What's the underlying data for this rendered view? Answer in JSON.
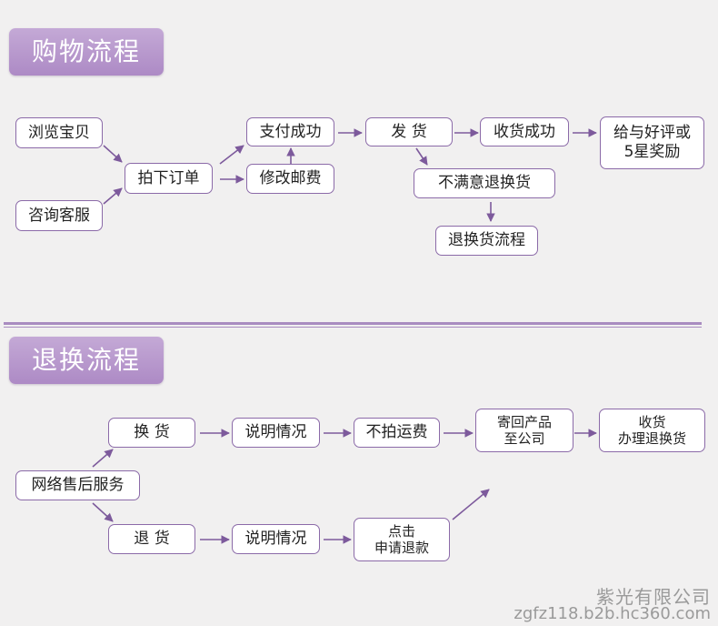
{
  "sections": {
    "shopping_title": "购物流程",
    "return_title": "退换流程"
  },
  "shopping": {
    "browse": "浏览宝贝",
    "consult": "咨询客服",
    "place_order": "拍下订单",
    "pay_success": "支付成功",
    "modify_postage": "修改邮费",
    "ship": "发 货",
    "unsatisfied": "不满意退换货",
    "return_process": "退换货流程",
    "receive_success": "收货成功",
    "review_line1": "给与好评或",
    "review_line2": "5星奖励"
  },
  "returns": {
    "after_sales": "网络售后服务",
    "exchange": "换 货",
    "refund": "退 货",
    "explain_exchange": "说明情况",
    "explain_refund": "说明情况",
    "no_freight": "不拍运费",
    "mail_line1": "寄回产品",
    "mail_line2": "至公司",
    "receive_line1": "收货",
    "receive_line2": "办理退换货",
    "click_line1": "点击",
    "click_line2": "申请退款"
  },
  "watermark": {
    "company": "紫光有限公司",
    "site": "zgfz118.b2b.hc360.com"
  },
  "colors": {
    "accent": "#ad8ac5",
    "border": "#8b6aa8",
    "arrow": "#7d5a9c",
    "background": "#f1f0f0"
  }
}
